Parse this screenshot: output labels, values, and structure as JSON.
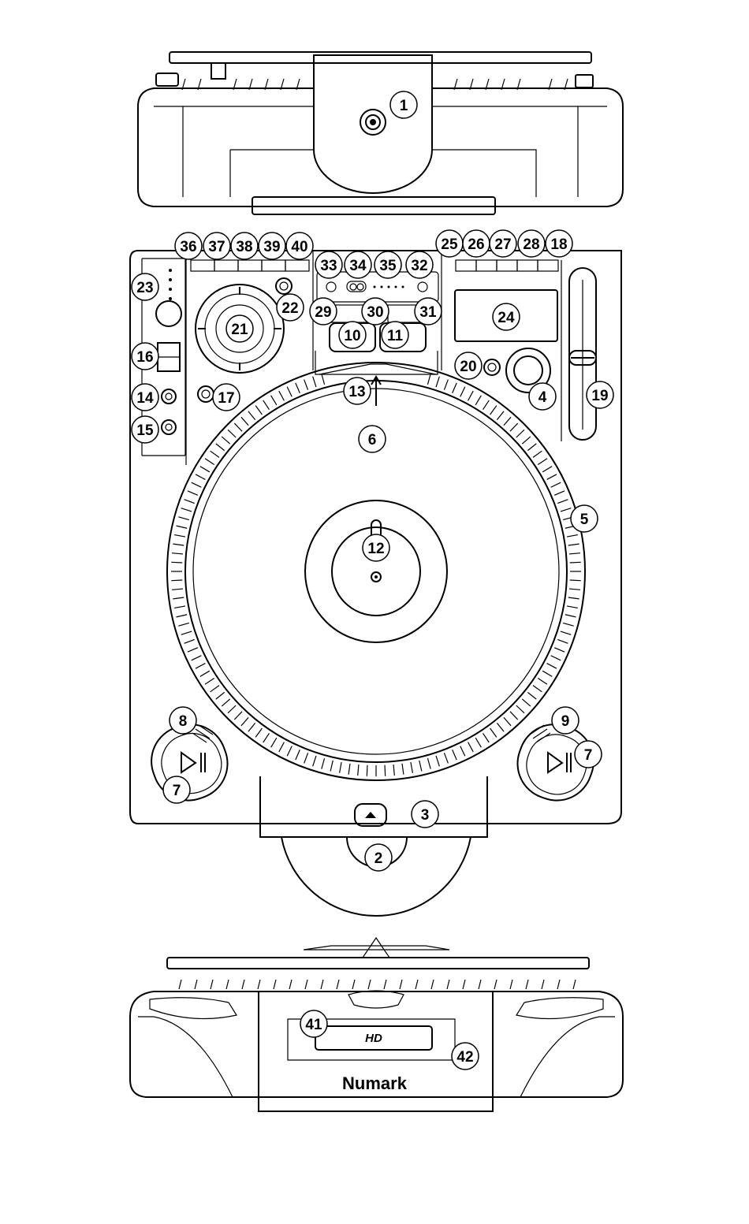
{
  "brand": "Numark",
  "badge": "HD",
  "callouts": [
    {
      "id": "1",
      "label": "1"
    },
    {
      "id": "2",
      "label": "2"
    },
    {
      "id": "3",
      "label": "3"
    },
    {
      "id": "4",
      "label": "4"
    },
    {
      "id": "5",
      "label": "5"
    },
    {
      "id": "6",
      "label": "6"
    },
    {
      "id": "7a",
      "label": "7"
    },
    {
      "id": "7b",
      "label": "7"
    },
    {
      "id": "8",
      "label": "8"
    },
    {
      "id": "9",
      "label": "9"
    },
    {
      "id": "10",
      "label": "10"
    },
    {
      "id": "11",
      "label": "11"
    },
    {
      "id": "12",
      "label": "12"
    },
    {
      "id": "13",
      "label": "13"
    },
    {
      "id": "14",
      "label": "14"
    },
    {
      "id": "15",
      "label": "15"
    },
    {
      "id": "16",
      "label": "16"
    },
    {
      "id": "17",
      "label": "17"
    },
    {
      "id": "18",
      "label": "18"
    },
    {
      "id": "19",
      "label": "19"
    },
    {
      "id": "20",
      "label": "20"
    },
    {
      "id": "21",
      "label": "21"
    },
    {
      "id": "22",
      "label": "22"
    },
    {
      "id": "23",
      "label": "23"
    },
    {
      "id": "24",
      "label": "24"
    },
    {
      "id": "25",
      "label": "25"
    },
    {
      "id": "26",
      "label": "26"
    },
    {
      "id": "27",
      "label": "27"
    },
    {
      "id": "28",
      "label": "28"
    },
    {
      "id": "29",
      "label": "29"
    },
    {
      "id": "30",
      "label": "30"
    },
    {
      "id": "31",
      "label": "31"
    },
    {
      "id": "32",
      "label": "32"
    },
    {
      "id": "33",
      "label": "33"
    },
    {
      "id": "34",
      "label": "34"
    },
    {
      "id": "35",
      "label": "35"
    },
    {
      "id": "36",
      "label": "36"
    },
    {
      "id": "37",
      "label": "37"
    },
    {
      "id": "38",
      "label": "38"
    },
    {
      "id": "39",
      "label": "39"
    },
    {
      "id": "40",
      "label": "40"
    },
    {
      "id": "41",
      "label": "41"
    },
    {
      "id": "42",
      "label": "42"
    }
  ]
}
